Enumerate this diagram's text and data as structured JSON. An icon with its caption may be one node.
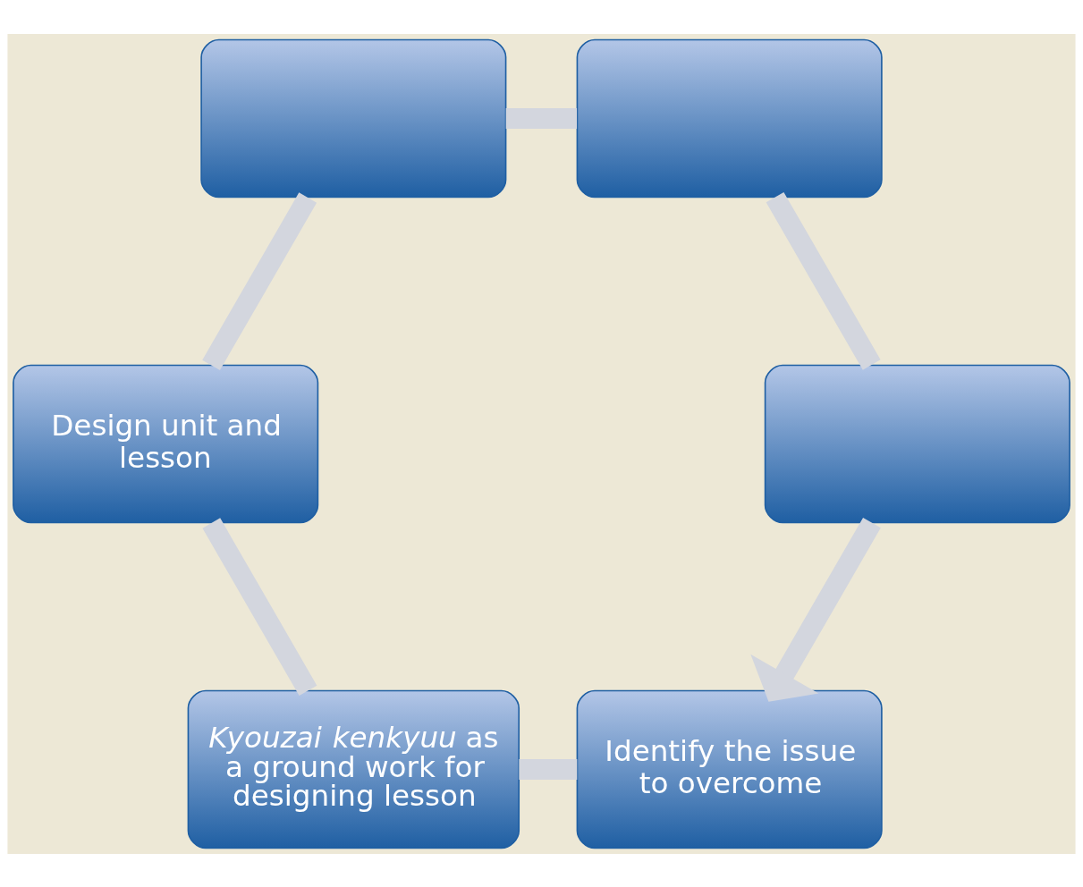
{
  "diagram": {
    "nodes": [
      {
        "text": [
          "Identify the issue to overcome"
        ]
      },
      {
        "text": [],
        "shape": "box"
      },
      {
        "text": [
          "*Kyouzai kenkyuu* as a ground work for designing lesson"
        ]
      },
      {
        "text": [],
        "shape": "box"
      },
      {
        "text": [
          "Design unit and lesson"
        ]
      },
      {
        "text": [],
        "shape": "box"
      }
    ],
    "edges": [
      {
        "from": 0,
        "to": 2,
        "arrow": "none"
      },
      {
        "from": 2,
        "to": 4,
        "arrow": "none"
      },
      {
        "from": 4,
        "to": 5,
        "arrow": "none"
      },
      {
        "from": 5,
        "to": 3,
        "arrow": "none"
      },
      {
        "from": 3,
        "to": 1,
        "arrow": "none"
      },
      {
        "from": 1,
        "to": 0,
        "arrow": "to"
      }
    ]
  }
}
